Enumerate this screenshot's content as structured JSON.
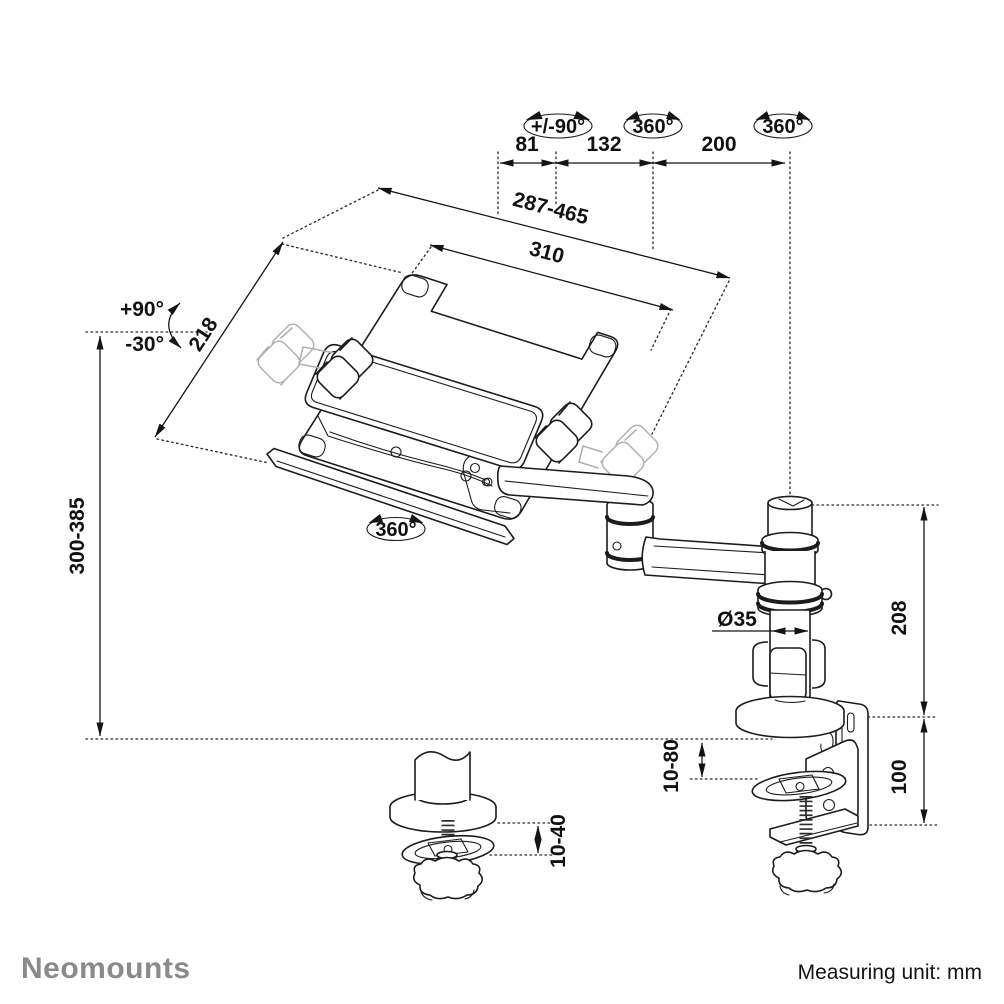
{
  "footer": {
    "brand": "Neomounts",
    "unit_label": "Measuring unit: mm"
  },
  "dimensions": {
    "offset_a": "81",
    "offset_b": "132",
    "offset_c": "200",
    "tray_width_range": "287-465",
    "tray_inner_width": "310",
    "tray_depth": "218",
    "height_range": "300-385",
    "pole_diameter": "Ø35",
    "pole_height": "208",
    "clamp_height": "100",
    "clamp_opening": "10-80",
    "grommet_opening": "10-40"
  },
  "rotations": {
    "vesa_swivel": "+/-90°",
    "arm_rotation": "360°",
    "pole_rotation": "360°",
    "tray_rotation": "360°",
    "tilt_up": "+90°",
    "tilt_down": "-30°"
  },
  "colors": {
    "line": "#1c1c1c",
    "ghost": "#b0b0b0",
    "dimension": "#141414",
    "brand_gray": "#8a8a8a",
    "background": "#ffffff"
  }
}
